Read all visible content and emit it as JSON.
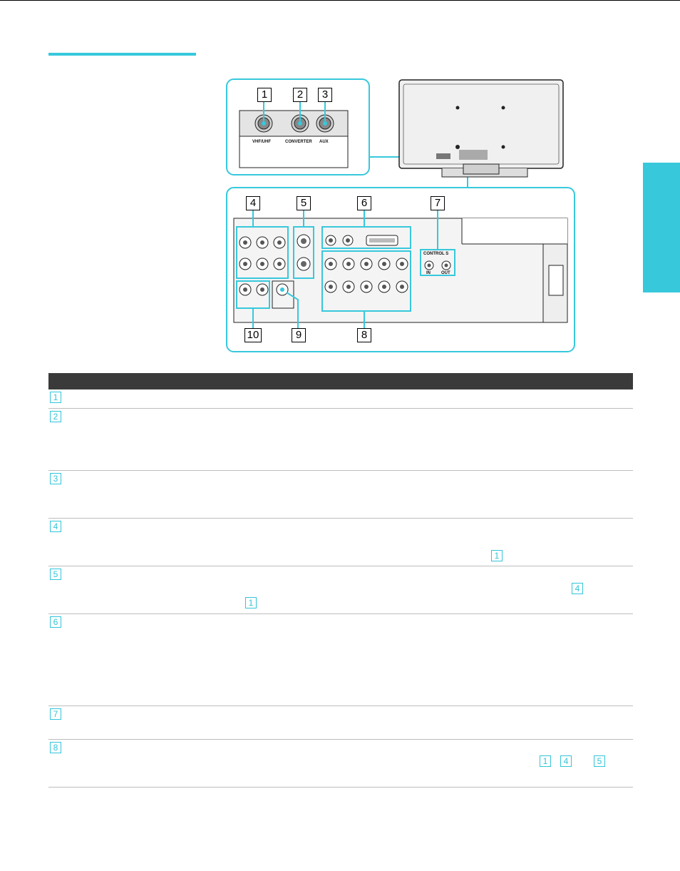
{
  "colors": {
    "accent": "#37c8dc",
    "table_header": "#3a3a3a",
    "row_border": "#bdbdbd"
  },
  "callouts": {
    "c1": "1",
    "c2": "2",
    "c3": "3",
    "c4": "4",
    "c5": "5",
    "c6": "6",
    "c7": "7",
    "c8": "8",
    "c9": "9",
    "c10": "10"
  },
  "panel_labels": {
    "vhf_uhf": "VHF/UHF",
    "converter": "CONVERTER",
    "aux": "AUX",
    "control_s": "CONTROL S",
    "in": "IN",
    "out": "OUT"
  },
  "table": {
    "rows": [
      {
        "num": "1"
      },
      {
        "num": "2"
      },
      {
        "num": "3"
      },
      {
        "num": "4",
        "refs": [
          "1"
        ]
      },
      {
        "num": "5",
        "refs": [
          "4",
          "1"
        ]
      },
      {
        "num": "6"
      },
      {
        "num": "7"
      },
      {
        "num": "8",
        "refs": [
          "1",
          "4",
          "5"
        ]
      }
    ]
  }
}
